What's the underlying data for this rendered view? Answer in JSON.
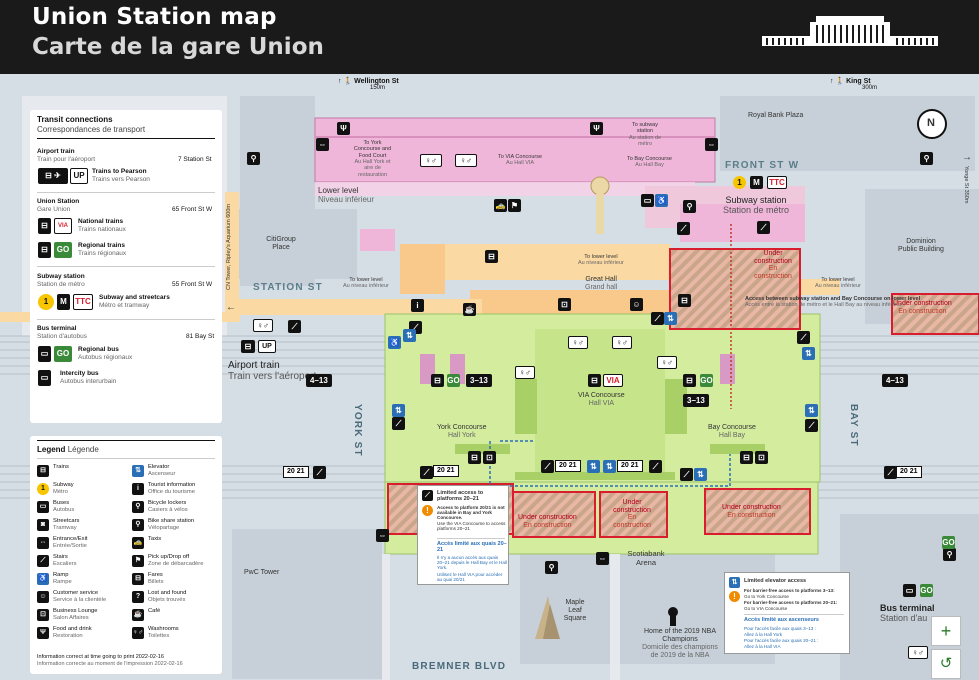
{
  "header": {
    "title_en": "Union Station map",
    "title_fr": "Carte de la gare Union"
  },
  "signs": {
    "wellington": "Wellington St",
    "wellington_dist": "150m",
    "king": "King St",
    "king_dist": "300m",
    "yonge": "Yonge St",
    "yonge_dist": "350m",
    "cn_tower": "CN Tower, Ripley's Aquarium",
    "cn_tower_dist": "600m"
  },
  "transit_panel": {
    "title": "Transit connections",
    "title_fr": "Correspondances de transport",
    "airport_h": "Airport train",
    "airport_hf": "Train pour l'aéroport",
    "airport_addr": "7 Station St",
    "airport_item": "Trains to Pearson",
    "airport_item_fr": "Trains vers Pearson",
    "union_h": "Union Station",
    "union_hf": "Gare Union",
    "union_addr": "65 Front St W",
    "national": "National trains",
    "national_fr": "Trains nationaux",
    "regional": "Regional trains",
    "regional_fr": "Trains régionaux",
    "subway_h": "Subway station",
    "subway_hf": "Station de métro",
    "subway_addr": "55 Front St W",
    "subway_item": "Subway and streetcars",
    "subway_item_fr": "Métro et tramway",
    "bus_h": "Bus terminal",
    "bus_hf": "Station d'autobus",
    "bus_addr": "81 Bay St",
    "regbus": "Regional bus",
    "regbus_fr": "Autobus régionaux",
    "intercity": "Intercity bus",
    "intercity_fr": "Autobus interurbain"
  },
  "legend_panel": {
    "title": "Legend",
    "title_fr": "Légende",
    "items": [
      {
        "t": "Trains",
        "f": ""
      },
      {
        "t": "Elevator",
        "f": "Ascenseur"
      },
      {
        "t": "Subway",
        "f": "Métro"
      },
      {
        "t": "Tourist information",
        "f": "Office du tourisme"
      },
      {
        "t": "Buses",
        "f": "Autobus"
      },
      {
        "t": "Bicycle lockers",
        "f": "Casiers à vélos"
      },
      {
        "t": "Streetcars",
        "f": "Tramway"
      },
      {
        "t": "Bike share station",
        "f": "Vélopartage"
      },
      {
        "t": "Entrance/Exit",
        "f": "Entrée/Sortie"
      },
      {
        "t": "Taxis",
        "f": ""
      },
      {
        "t": "Stairs",
        "f": "Escaliers"
      },
      {
        "t": "Pick up/Drop off",
        "f": "Zone de débarcadère"
      },
      {
        "t": "Ramp",
        "f": "Rampe"
      },
      {
        "t": "Fares",
        "f": "Billets"
      },
      {
        "t": "Customer service",
        "f": "Service à la clientèle"
      },
      {
        "t": "Lost and found",
        "f": "Objets trouvés"
      },
      {
        "t": "Business Lounge",
        "f": "Salon Affaires"
      },
      {
        "t": "Café",
        "f": ""
      },
      {
        "t": "Food and drink",
        "f": "Restoration"
      },
      {
        "t": "Washrooms",
        "f": "Toilettes"
      }
    ],
    "footer_en": "Information correct at time going to print 2022-02-16",
    "footer_fr": "Information correcte au moment de l'impression 2022-02-16"
  },
  "streets": {
    "front": "FRONT ST W",
    "station": "STATION ST",
    "york": "YORK ST",
    "bay": "BAY ST",
    "bremner": "BREMNER BLVD"
  },
  "places": {
    "royal_bank": "Royal Bank Plaza",
    "citigroup": "CitiGroup Place",
    "dominion": "Dominion Public Building",
    "pwc": "PwC Tower",
    "scotiabank": "Scotiabank Arena",
    "maple_leaf": "Maple Leaf Square",
    "nba": "Home of the 2019 NBA Champions",
    "nba_fr": "Domicile des champions de 2019 de la NBA"
  },
  "areas": {
    "lower_level": "Lower level",
    "lower_level_fr": "Niveau inférieur",
    "to_york": "To York Concourse and Food Court",
    "to_york_fr": "Au Hall York et aire de restauration",
    "to_via": "To VIA Concourse",
    "to_via_fr": "Au Hall VIA",
    "to_subway": "To subway station",
    "to_subway_fr": "Au station de métro",
    "to_bay": "To Bay Concourse",
    "to_bay_fr": "Au Hall Bay",
    "subway_station": "Subway station",
    "subway_station_fr": "Station de métro",
    "great_hall": "Great Hall",
    "great_hall_fr": "Grand hall",
    "to_lower_1": "To lower level",
    "to_lower_1_fr": "Au niveau inférieur",
    "to_lower_2": "To lower level",
    "to_lower_2_fr": "Au niveau inférieur",
    "to_lower_3": "To lower level",
    "to_lower_3_fr": "Au niveau inférieur",
    "airport_train": "Airport train",
    "airport_train_fr": "Train vers l'aéroport",
    "york_conc": "York Concourse",
    "york_conc_fr": "Hall York",
    "via_conc": "VIA Concourse",
    "via_conc_fr": "Hall VIA",
    "bay_conc": "Bay Concourse",
    "bay_conc_fr": "Hall Bay",
    "bus_terminal": "Bus terminal",
    "bus_terminal_fr": "Station d'au",
    "access_note": "Access between subway station and Bay Concourse on lower level",
    "access_note_fr": "Accès entre la station de métro et le Hall Bay au niveau inférieur"
  },
  "construction": {
    "en": "Under construction",
    "fr": "En construction"
  },
  "platforms": {
    "p413": "4–13",
    "p313": "3–13",
    "p2021": "20 21"
  },
  "notice_left": {
    "title": "Limited access to platforms 20–21",
    "body": "Access to platform 20/21 is not available in Bay and York Concourse.",
    "body2": "Use the VIA Concourse to access platforms 20–21",
    "title_fr": "Accès limité aux quais 20–21",
    "body_fr": "Il n'y a aucun accès aux quais 20–21 depuis le Hall Bay et le Hall York.",
    "body2_fr": "Utilisez le Hall VIA pour accéder au quai 20/21"
  },
  "notice_right": {
    "title": "Limited elevator access",
    "l1": "For barrier-free access to platforms 3–13:",
    "l1b": "Go to York Concourse",
    "l2": "For barrier-free access to platforms 20–21:",
    "l2b": "Go to VIA Concourse",
    "title_fr": "Accès limité aux ascenseurs",
    "l1_fr": "Pour l'accès facile aux quais 3–13 :",
    "l1b_fr": "Allez à la Hall York",
    "l2_fr": "Pour l'accès facile aux quais 20–21 :",
    "l2b_fr": "Allez à la Hall VIA"
  },
  "controls": {
    "zoom_in": "+",
    "reset": "↺",
    "north": "N"
  },
  "icons": [
    "train-icon",
    "subway-icon",
    "bus-icon",
    "streetcar-icon",
    "elevator-icon",
    "info-icon",
    "bike-icon",
    "entrance-icon",
    "taxi-icon",
    "stairs-icon",
    "pickup-icon",
    "ramp-icon",
    "fares-icon",
    "customer-service-icon",
    "lost-found-icon",
    "lounge-icon",
    "cafe-icon",
    "food-icon",
    "washroom-icon"
  ],
  "colors": {
    "header_bg": "#1a1a1a",
    "street_bg": "#d6dee5",
    "lower_level_pink": "#efb6d9",
    "concourse_green": "#d4ec9e",
    "great_hall_orange": "#f8c98a",
    "construction_red": "#d81e2c",
    "subway_yellow": "#f7c600",
    "go_green": "#3a8a3a",
    "elevator_blue": "#2a6fb5"
  }
}
